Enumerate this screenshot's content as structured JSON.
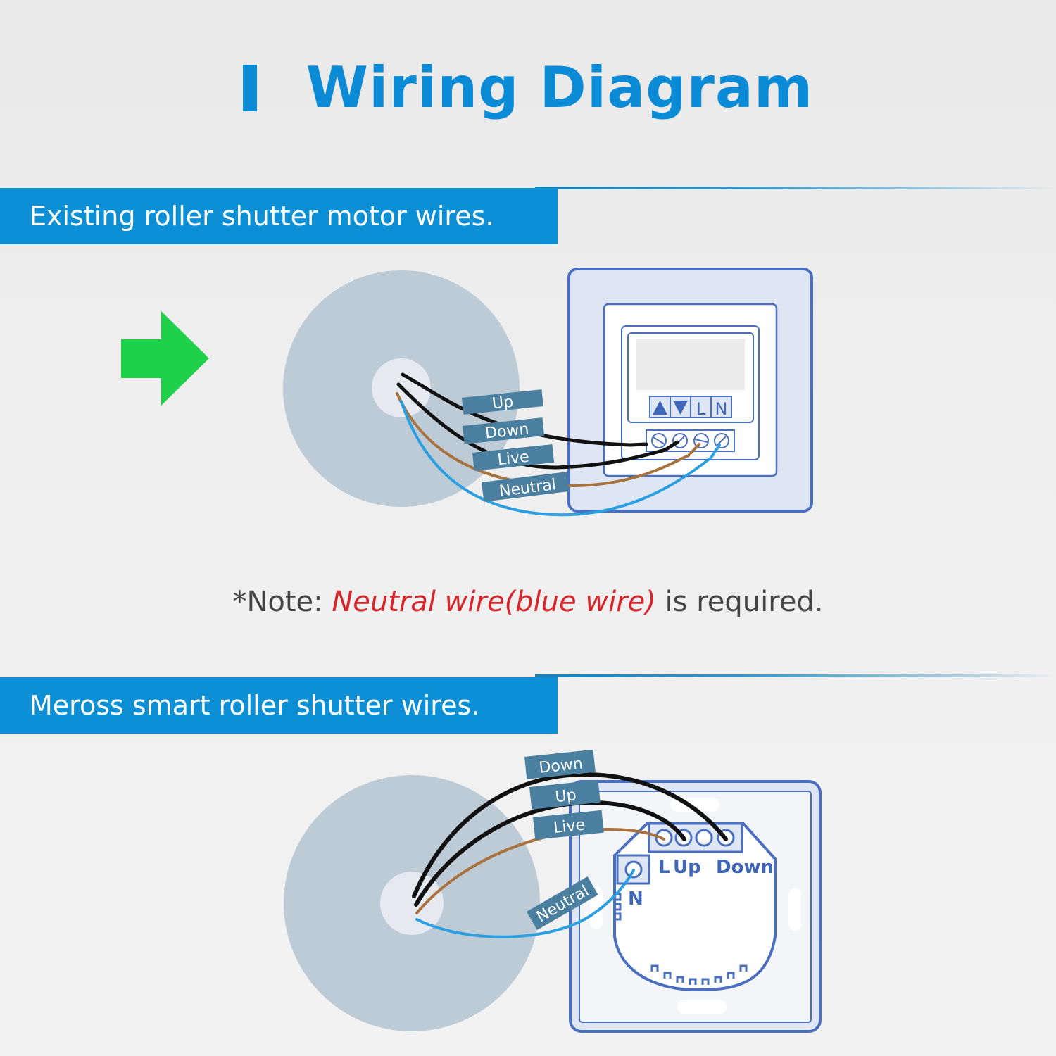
{
  "title": {
    "marker": "I",
    "text": "Wiring Diagram"
  },
  "section1": {
    "banner": "Existing roller shutter motor wires.",
    "arrow_icon": "green-right-arrow",
    "wire_labels": [
      "Up",
      "Down",
      "Live",
      "Neutral"
    ],
    "panel_buttons": [
      "▲",
      "▼",
      "L",
      "N"
    ],
    "terminal_count": 4
  },
  "note": {
    "prefix": "*Note: ",
    "highlight": "Neutral wire(blue wire)",
    "suffix": " is required."
  },
  "section2": {
    "banner": "Meross smart roller shutter wires.",
    "wire_labels": [
      "Down",
      "Up",
      "Live",
      "Neutral"
    ],
    "terminal_labels": {
      "l": "L",
      "up": "Up",
      "down": "Down",
      "n": "N"
    }
  },
  "colors": {
    "accent": "#0b8ad6",
    "banner": "#0d8fd6",
    "note_red": "#d8252a",
    "wire_black": "#111111",
    "wire_brown": "#a8723f",
    "wire_blue": "#2b9fe0",
    "label_bg": "#4a7fa0",
    "device_line": "#3f66b8",
    "arrow_green": "#1fd04b"
  }
}
